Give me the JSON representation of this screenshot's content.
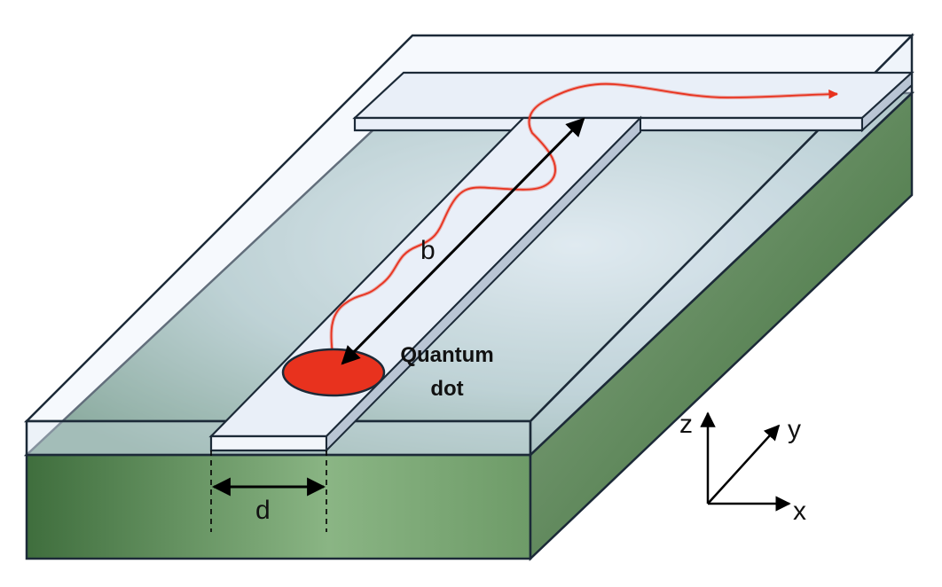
{
  "labels": {
    "length": "b",
    "width": "d",
    "emitter_line1": "Quantum",
    "emitter_line2": "dot"
  },
  "axes": {
    "z": "z",
    "y": "y",
    "x": "x"
  },
  "colors": {
    "substrate_front": "#6f9d6b",
    "substrate_dark": "#3b6a3a",
    "substrate_side": "#5c8757",
    "cladding": "#e3edf6",
    "waveguide": "#e7eef8",
    "outline": "#1c2a38",
    "quantum_dot": "#e8321e",
    "emission_path": "#e8321e"
  }
}
